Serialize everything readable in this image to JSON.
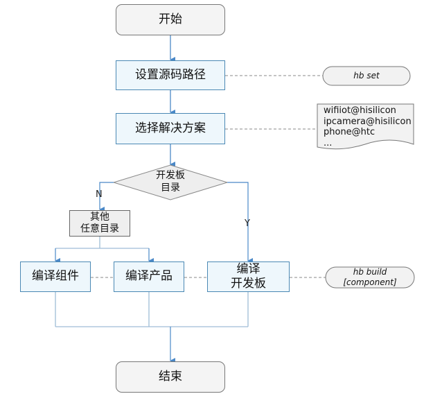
{
  "diagram": {
    "start": "开始",
    "set_source_path": "设置源码路径",
    "select_solution": "选择解决方案",
    "decision_line1": "开发板",
    "decision_line2": "目录",
    "no_label": "N",
    "yes_label": "Y",
    "other_dir_line1": "其他",
    "other_dir_line2": "任意目录",
    "build_component": "编译组件",
    "build_product": "编译产品",
    "build_board_line1": "编译",
    "build_board_line2": "开发板",
    "end": "结束",
    "cmd_set": "hb set",
    "cmd_build_line1": "hb build",
    "cmd_build_line2": "[component]",
    "solutions": [
      "wifiiot@hisilicon",
      "ipcamera@hisilicon",
      "phone@htc",
      "..."
    ]
  },
  "colors": {
    "arrow": "#4a88c7",
    "connector": "#9fbcd6",
    "process_fill": "#eef7fc",
    "process_border": "#4a88b4",
    "terminal_fill": "#f4f4f4"
  }
}
